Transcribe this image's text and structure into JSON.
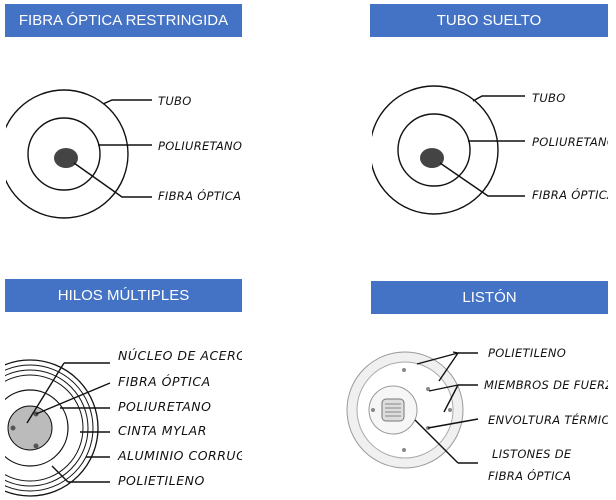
{
  "panels": [
    {
      "title": "FIBRA ÓPTICA RESTRINGIDA",
      "labels": [
        "TUBO",
        "POLIURETANO",
        "FIBRA ÓPTICA"
      ]
    },
    {
      "title": "TUBO SUELTO",
      "labels": [
        "TUBO",
        "POLIURETANO",
        "FIBRA ÓPTICA"
      ]
    },
    {
      "title": "HILOS MÚLTIPLES",
      "labels": [
        "NÚCLEO DE ACERO",
        "FIBRA ÓPTICA",
        "POLIURETANO",
        "CINTA MYLAR",
        "ALUMINIO CORRUGADO",
        "POLIETILENO"
      ]
    },
    {
      "title": "LISTÓN",
      "labels": [
        "POLIETILENO",
        "MIEMBROS DE FUERZA",
        "ENVOLTURA TÉRMICA",
        "LISTONES DE",
        "FIBRA ÓPTICA"
      ]
    }
  ],
  "colors": {
    "header_bg": "#4472c4",
    "header_text": "#ffffff",
    "line": "#111111",
    "fill_dark": "#444444"
  }
}
